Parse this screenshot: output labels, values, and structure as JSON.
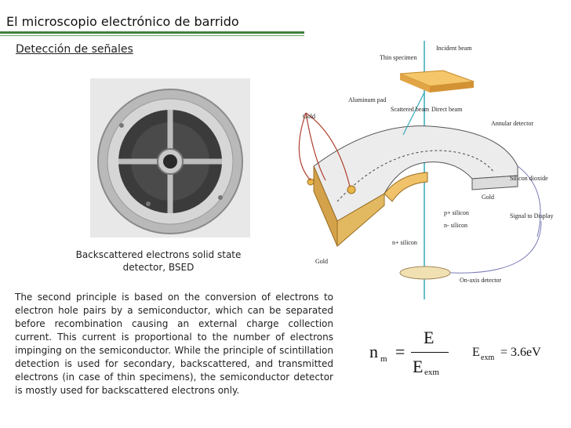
{
  "header": {
    "title": "El microscopio electrónico de barrido",
    "subtitle": "Detección de señales"
  },
  "photo": {
    "caption_line1": "Backscattered electrons solid state",
    "caption_line2": "detector, BSED"
  },
  "body": {
    "text": "The second principle is based on the conversion of electrons to electron hole pairs by a semiconductor, which can be separated before recombination causing an external charge collection current. This current is proportional to the number of electrons impinging on the semiconductor. While the principle of scintillation detection is used for secondary, backscattered, and transmitted electrons (in case of thin specimens), the semiconductor detector is mostly used for backscattered electrons only."
  },
  "diagram": {
    "incident_beam": "Incident beam",
    "thin_specimen": "Thin specimen",
    "aluminum_pad": "Aluminum pad",
    "scattered_beam": "Scattered beam",
    "direct_beam": "Direct beam",
    "annular_detector": "Annular detector",
    "gold_top": "Gold",
    "silicon_dioxide": "Silicon dioxide",
    "gold_mid": "Gold",
    "p_silicon": "p+ silicon",
    "n_silicon": "n- silicon",
    "n_plus_silicon": "n+ silicon",
    "gold_bottom": "Gold",
    "signal_to_display": "Signal to Display",
    "on_axis_detector": "On-axis detector"
  },
  "formula": {
    "lhs": "n",
    "lhs_sub": "m",
    "eq": "=",
    "numerator": "E",
    "denominator": "E",
    "denominator_sub": "exm",
    "rhs_symbol": "E",
    "rhs_sub": "exm",
    "rhs_value": "= 3.6eV"
  }
}
